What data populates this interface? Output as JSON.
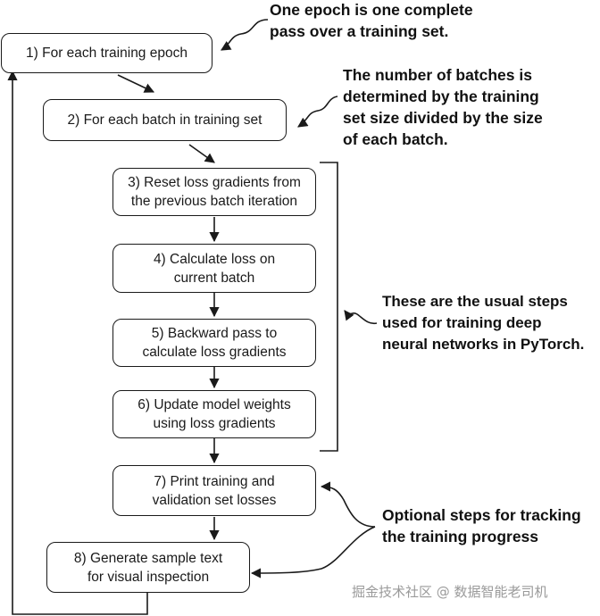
{
  "steps": [
    {
      "id": "step-1",
      "lines": [
        "1) For each training epoch"
      ]
    },
    {
      "id": "step-2",
      "lines": [
        "2) For each batch in training set"
      ]
    },
    {
      "id": "step-3",
      "lines": [
        "3) Reset loss gradients from",
        "the previous batch iteration"
      ]
    },
    {
      "id": "step-4",
      "lines": [
        "4) Calculate loss on",
        "current batch"
      ]
    },
    {
      "id": "step-5",
      "lines": [
        "5) Backward pass to",
        "calculate loss gradients"
      ]
    },
    {
      "id": "step-6",
      "lines": [
        "6) Update model weights",
        "using loss gradients"
      ]
    },
    {
      "id": "step-7",
      "lines": [
        "7) Print training and",
        "validation set losses"
      ]
    },
    {
      "id": "step-8",
      "lines": [
        "8) Generate sample text",
        "for visual inspection"
      ]
    }
  ],
  "annotations": {
    "epoch": [
      "One epoch is one complete",
      "pass over a training set."
    ],
    "batches": [
      "The number of batches is",
      "determined by the training",
      "set size divided by the size",
      "of each batch."
    ],
    "usual_steps": [
      "These are the usual steps",
      "used for training deep",
      "neural networks in PyTorch."
    ],
    "optional": [
      "Optional steps for tracking",
      "the training progress"
    ]
  },
  "watermark": "掘金技术社区 @ 数据智能老司机",
  "colors": {
    "stroke": "#1a1a1a",
    "text": "#1a1a1a",
    "watermark": "#9a9a9a"
  }
}
